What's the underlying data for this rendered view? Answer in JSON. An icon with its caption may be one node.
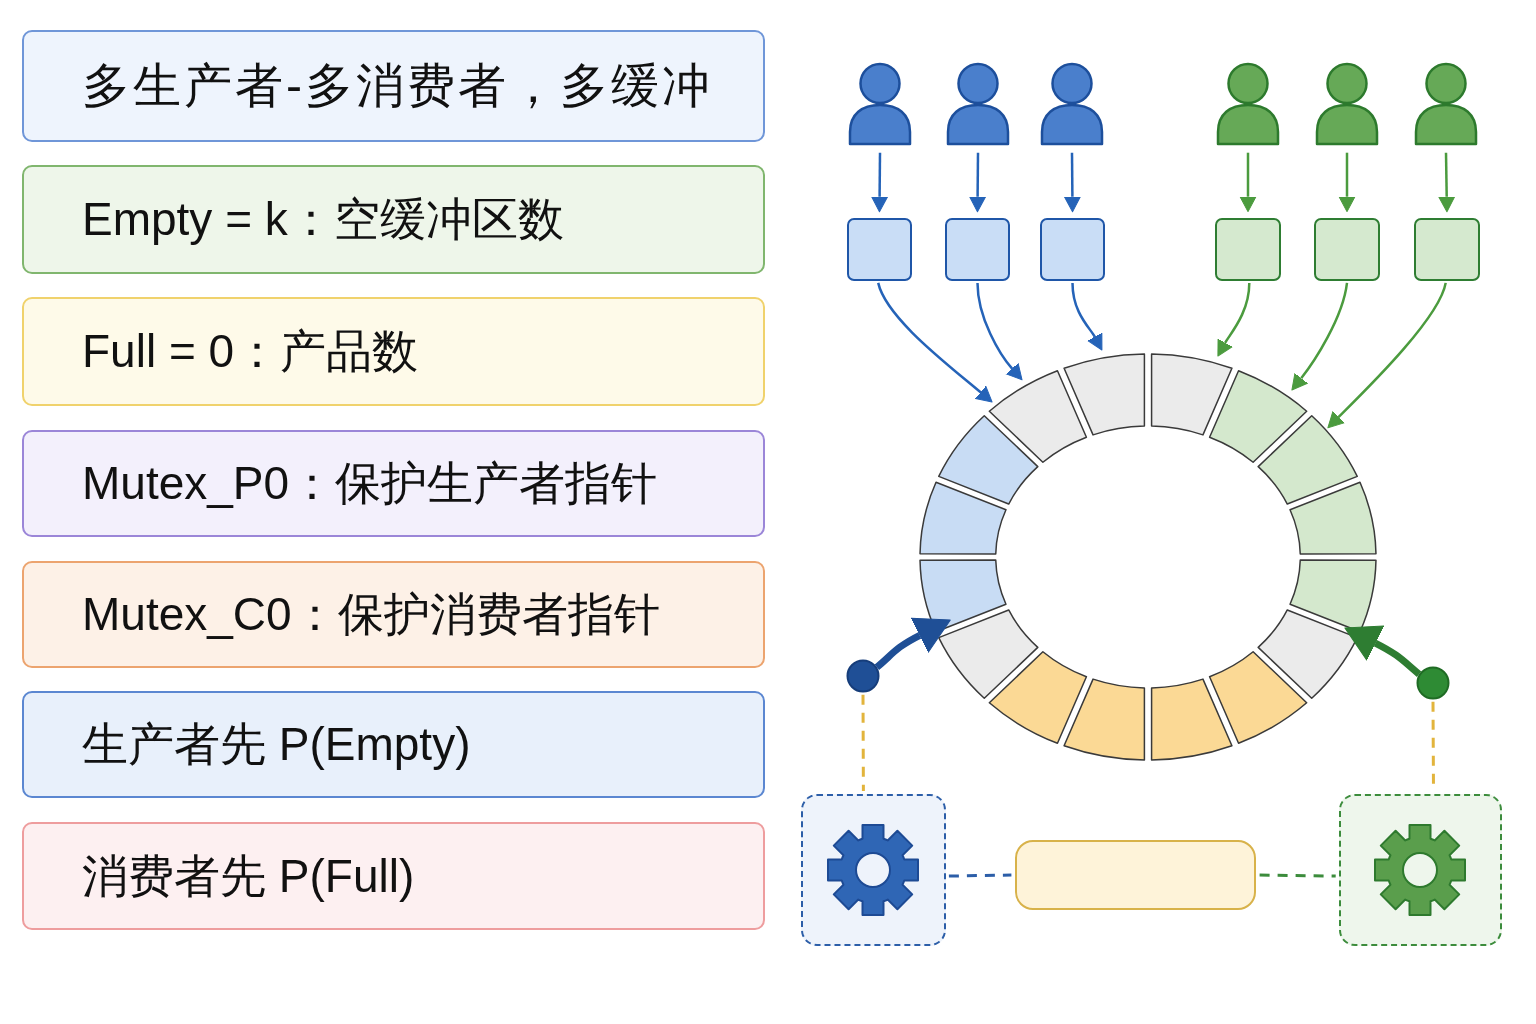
{
  "diagram": {
    "nodes": [
      {
        "text": [
          "多生产者-多消费者，多缓冲"
        ]
      },
      {
        "text": [
          "Empty = k：空缓冲区数"
        ]
      },
      {
        "text": [
          "Full = 0：产品数"
        ]
      },
      {
        "text": [
          "Mutex_P0：保护生产者指针"
        ]
      },
      {
        "text": [
          "Mutex_C0：保护消费者指针"
        ]
      },
      {
        "text": [
          "生产者先 P(Empty)"
        ]
      },
      {
        "text": [
          "消费者先 P(Full)"
        ]
      },
      {
        "text": [],
        "shape": "person"
      },
      {
        "text": [],
        "shape": "person"
      },
      {
        "text": [],
        "shape": "person"
      },
      {
        "text": [],
        "shape": "person"
      },
      {
        "text": [],
        "shape": "person"
      },
      {
        "text": [],
        "shape": "person"
      },
      {
        "text": [],
        "shape": "box"
      },
      {
        "text": [],
        "shape": "box"
      },
      {
        "text": [],
        "shape": "box"
      },
      {
        "text": [],
        "shape": "box"
      },
      {
        "text": [],
        "shape": "box"
      },
      {
        "text": [],
        "shape": "box"
      },
      {
        "text": [],
        "shape": "ring"
      },
      {
        "text": [],
        "shape": "circle"
      },
      {
        "text": [],
        "shape": "circle"
      },
      {
        "text": [],
        "shape": "box"
      },
      {
        "text": [],
        "shape": "box"
      },
      {
        "text": [],
        "shape": "box"
      }
    ],
    "edges": [
      {
        "from": 7,
        "to": 13,
        "arrow": "to",
        "color": "#2563b8"
      },
      {
        "from": 8,
        "to": 14,
        "arrow": "to",
        "color": "#2563b8"
      },
      {
        "from": 9,
        "to": 15,
        "arrow": "to",
        "color": "#2563b8"
      },
      {
        "from": 10,
        "to": 16,
        "arrow": "to",
        "color": "#4b9b3e"
      },
      {
        "from": 11,
        "to": 17,
        "arrow": "to",
        "color": "#4b9b3e"
      },
      {
        "from": 12,
        "to": 18,
        "arrow": "to",
        "color": "#4b9b3e"
      },
      {
        "from": 13,
        "to": 19,
        "arrow": "to",
        "color": "#2563b8"
      },
      {
        "from": 14,
        "to": 19,
        "arrow": "to",
        "color": "#2563b8"
      },
      {
        "from": 15,
        "to": 19,
        "arrow": "to",
        "color": "#2563b8"
      },
      {
        "from": 16,
        "to": 19,
        "arrow": "to",
        "color": "#4b9b3e"
      },
      {
        "from": 17,
        "to": 19,
        "arrow": "to",
        "color": "#4b9b3e"
      },
      {
        "from": 18,
        "to": 19,
        "arrow": "to",
        "color": "#4b9b3e"
      },
      {
        "from": 20,
        "to": 19,
        "arrow": "to",
        "style": "thick",
        "color": "#1f4f96"
      },
      {
        "from": 21,
        "to": 19,
        "arrow": "to",
        "style": "thick",
        "color": "#2e7d32"
      },
      {
        "from": 20,
        "to": 22,
        "arrow": "none",
        "style": "dashed",
        "color": "#e2b43c"
      },
      {
        "from": 21,
        "to": 24,
        "arrow": "none",
        "style": "dashed",
        "color": "#e2b43c"
      },
      {
        "from": 22,
        "to": 23,
        "arrow": "none",
        "style": "dashed",
        "color": "#2c5ea8"
      },
      {
        "from": 23,
        "to": 24,
        "arrow": "none",
        "style": "dashed",
        "color": "#3c8c3c"
      }
    ]
  }
}
